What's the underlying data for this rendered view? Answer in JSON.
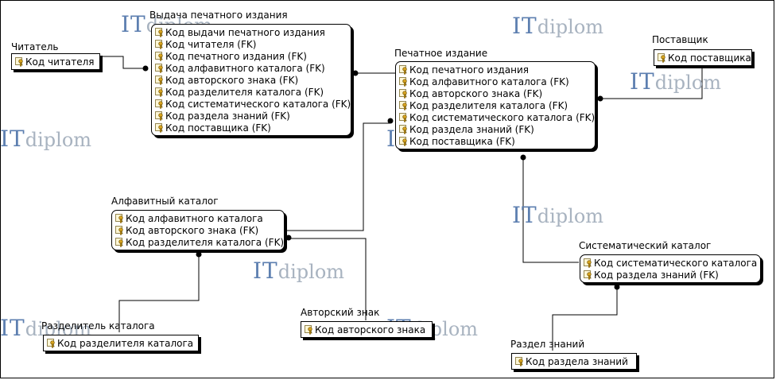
{
  "watermark": {
    "it": "IT",
    "rest": "diplom"
  },
  "entities": {
    "reader": {
      "title": "Читатель",
      "attrs": [
        "Код читателя"
      ]
    },
    "issue": {
      "title": "Выдача печатного издания",
      "attrs": [
        "Код выдачи печатного издания",
        "Код читателя (FK)",
        "Код печатного издания (FK)",
        "Код алфавитного каталога (FK)",
        "Код авторского знака (FK)",
        "Код разделителя каталога (FK)",
        "Код систематического каталога (FK)",
        "Код раздела знаний (FK)",
        "Код поставщика (FK)"
      ]
    },
    "publication": {
      "title": "Печатное издание",
      "attrs": [
        "Код печатного издания",
        "Код алфавитного каталога (FK)",
        "Код авторского знака (FK)",
        "Код разделителя каталога (FK)",
        "Код систематического каталога (FK)",
        "Код раздела знаний (FK)",
        "Код поставщика (FK)"
      ]
    },
    "supplier": {
      "title": "Поставщик",
      "attrs": [
        "Код поставщика"
      ]
    },
    "alpha_catalog": {
      "title": "Алфавитный каталог",
      "attrs": [
        "Код алфавитного каталога",
        "Код авторского знака (FK)",
        "Код разделителя каталога (FK)"
      ]
    },
    "separator": {
      "title": "Разделитель каталога",
      "attrs": [
        "Код разделителя каталога"
      ]
    },
    "author_sign": {
      "title": "Авторский знак",
      "attrs": [
        "Код авторского знака"
      ]
    },
    "sys_catalog": {
      "title": "Систематический каталог",
      "attrs": [
        "Код систематического каталога",
        "Код раздела знаний (FK)"
      ]
    },
    "knowledge_section": {
      "title": "Раздел знаний",
      "attrs": [
        "Код раздела знаний"
      ]
    }
  },
  "colors": {
    "line": "#000000",
    "watermark_it": "#5d7fb0",
    "watermark_text": "#a8b3c0",
    "key_icon": "#b8860b"
  }
}
